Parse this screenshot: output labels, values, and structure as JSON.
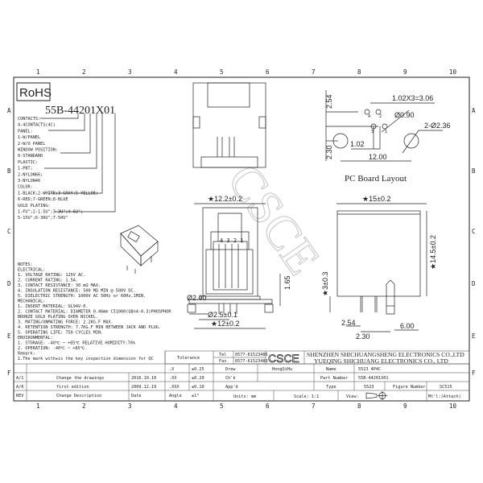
{
  "frame": {
    "columns": [
      "1",
      "2",
      "3",
      "4",
      "5",
      "6",
      "7",
      "8",
      "9",
      "10"
    ],
    "rows": [
      "A",
      "B",
      "C",
      "D",
      "E",
      "F"
    ]
  },
  "rohs": "RoHS",
  "part_code": "55B-44201X01",
  "options": [
    "CONTACTS:",
    "4-4CONTACTS(4C)",
    "PANEL:",
    "1-W/PANEL",
    "2-W/O PANEL",
    "WINDOW POSITION:",
    "0-STANDARD",
    "PLASTIC:",
    "1-PBT;",
    "2-NYLON66;",
    "3-NYLON46",
    "COLOR:",
    "1-BLACK;2-WHITE;3-GRAY;5-YELLOE;",
    "6-RED;7-GREEN;8-BLUE",
    "GOLD PLATING:",
    "1-FU\";2-1.5U\";3-3U\";4-6U\";",
    "5-15U\";6-30U\";7-50U\""
  ],
  "notes": [
    "NOTES:",
    "ELECTRICAL:",
    "1. VOLTAGE RATING: 125V AC.",
    "2. CURRENT RATING: 1.5A.",
    "3. CONTACT RESISTANCE: 30 mΩ MAX.",
    "4. INSULATION RESISTANCE: 500 MΩ MIN @ 500V DC.",
    "5. DIELECTRIC STRENGTH: 1000V AC 50Hz or 60Hz,1MIN.",
    "MECHANICAL:",
    "1. INSERT MATERIAL: UL94V-0.",
    "2. CONTACT MATERIAL: DIAMETER 0.46mm C51000(Q8n4-0.3)PHOSPHOR",
    "                    BRONZE GOLD PLATING OVER NICKEL.",
    "3. MATING/UNMATING FORCE: 2.2KG.F MAX.",
    "4. RETENTION STRENGTH: 7.7KG.F MIN BETWEEN JACK AND PLUG.",
    "5. OPERATING LIFE: 750 CYCLES MIN.",
    "ENVIRONMENTAL:",
    "1. STORAGE: -40℃ ~ +85℃ RELATIVE HUMIDITY:70%",
    "2. OPERATION: -40℃ ~ +85℃.",
    "Remark:",
    "1.The mark with★is the key inspection dimension for QC"
  ],
  "pcb": {
    "title": "PC Board Layout",
    "dims": [
      "2.54",
      "1.02X3=3.06",
      "Ø0.90",
      "2-Ø2.36",
      "1.02",
      "2.30",
      "12.00"
    ],
    "pins": [
      "4",
      "2",
      "3",
      "1"
    ]
  },
  "front": {
    "dims": [
      "★12.2±0.2",
      "1.65",
      "Ø2.00",
      "Ø2.5±0.1",
      "★12±0.2"
    ],
    "pins": "4 3 2 1"
  },
  "side": {
    "dims": [
      "★15±0.2",
      "★14.5±0.2",
      "★3±0.3",
      "2.54",
      "2.30",
      "6.00"
    ]
  },
  "watermark": "CSCE",
  "title_block": {
    "tolerance": "Tolerance",
    "tel_label": "Tel",
    "tel": "0577-61523486",
    "fax_label": "Fax",
    "fax": "0577-61523483",
    "logo": "CSCE",
    "company1": "SHENZHEN SHICHUANGSHENG ELECTRONICS CO.,LTD",
    "company2": "YUEQING SHICHUANG ELECTRONICS CO., LTD",
    "tol_rows": [
      [
        ".X",
        "±0.25"
      ],
      [
        ".XX",
        "±0.20"
      ],
      [
        ".XXX",
        "±0.10"
      ],
      [
        "Angle",
        "±1°"
      ]
    ],
    "drew_label": "Drew",
    "drew": "HongQiHu",
    "chk_label": "Ch'k",
    "app_label": "App'd",
    "name_label": "Name",
    "name": "5523 4P4C",
    "part_label": "Part Number",
    "part": "55B-44201X01",
    "type_label": "Type",
    "type": "5523",
    "figure_label": "Figure Number",
    "figure": "SC515",
    "units": "Units: mm",
    "scale": "Scale: 1:1",
    "view": "View:",
    "mt": "Mt'l:(Attach)",
    "revisions": [
      [
        "A/1",
        "Change the drawings",
        "2016.10.10"
      ],
      [
        "A/0",
        "first edition",
        "2009.12.19"
      ],
      [
        "REV",
        "Change Description",
        "Date"
      ]
    ]
  }
}
